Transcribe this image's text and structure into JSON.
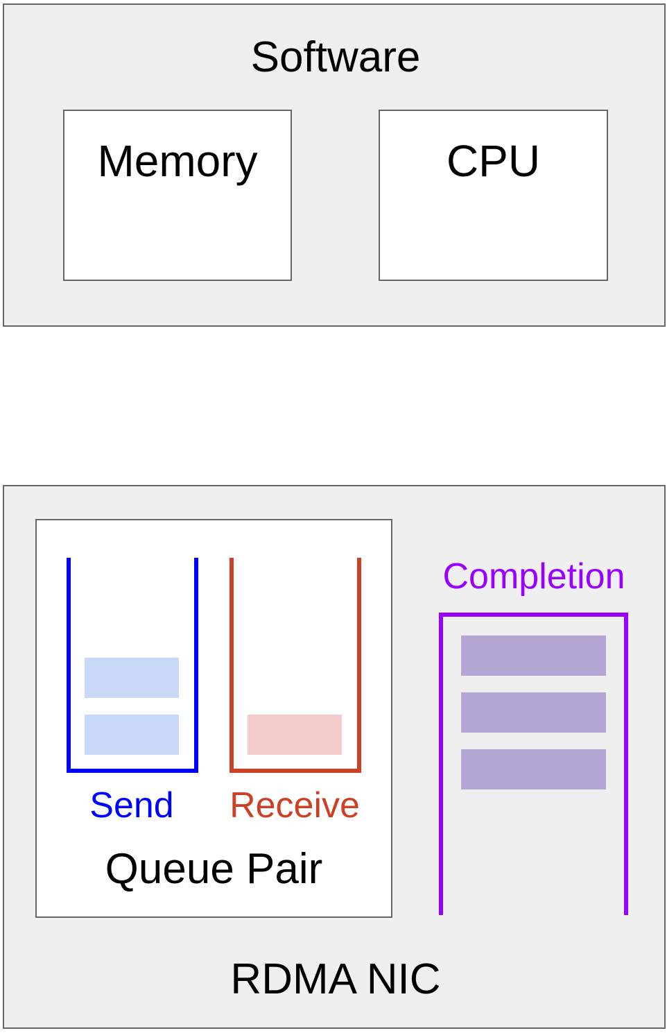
{
  "software": {
    "title": "Software",
    "memory_label": "Memory",
    "cpu_label": "CPU"
  },
  "nic": {
    "title": "RDMA NIC",
    "queue_pair": {
      "title": "Queue Pair",
      "send": {
        "label": "Send",
        "entries": 2
      },
      "receive": {
        "label": "Receive",
        "entries": 1
      }
    },
    "completion": {
      "label": "Completion",
      "entries": 3
    }
  },
  "colors": {
    "send": "#0000ff",
    "send_entry": "#c9daf8",
    "receive": "#cc4125",
    "receive_entry": "#f4cccc",
    "completion": "#9900ff",
    "completion_entry": "#b4a7d6"
  }
}
